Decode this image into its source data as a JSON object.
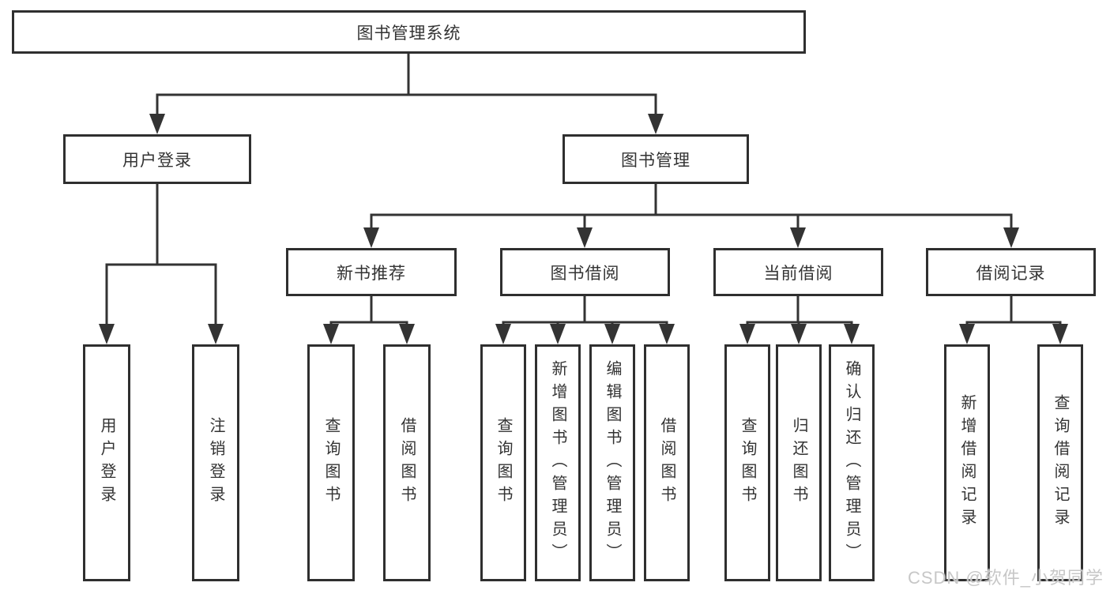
{
  "diagram": {
    "root": {
      "label": "图书管理系统",
      "children": [
        {
          "label": "用户登录",
          "children": [
            {
              "label": "用户登录"
            },
            {
              "label": "注销登录"
            }
          ]
        },
        {
          "label": "图书管理",
          "children": [
            {
              "label": "新书推荐",
              "children": [
                {
                  "label": "查询图书"
                },
                {
                  "label": "借阅图书"
                }
              ]
            },
            {
              "label": "图书借阅",
              "children": [
                {
                  "label": "查询图书"
                },
                {
                  "label": "新增图书（管理员）"
                },
                {
                  "label": "编辑图书（管理员）"
                },
                {
                  "label": "借阅图书"
                }
              ]
            },
            {
              "label": "当前借阅",
              "children": [
                {
                  "label": "查询图书"
                },
                {
                  "label": "归还图书"
                },
                {
                  "label": "确认归还（管理员）"
                }
              ]
            },
            {
              "label": "借阅记录",
              "children": [
                {
                  "label": "新增借阅记录"
                },
                {
                  "label": "查询借阅记录"
                }
              ]
            }
          ]
        }
      ]
    },
    "watermark": "CSDN @软件_小贺同学",
    "colors": {
      "line": "#333333",
      "box_border": "#2f2f2f",
      "box_fill": "#ffffff",
      "text": "#333333",
      "watermark": "#c7c7c7"
    }
  }
}
